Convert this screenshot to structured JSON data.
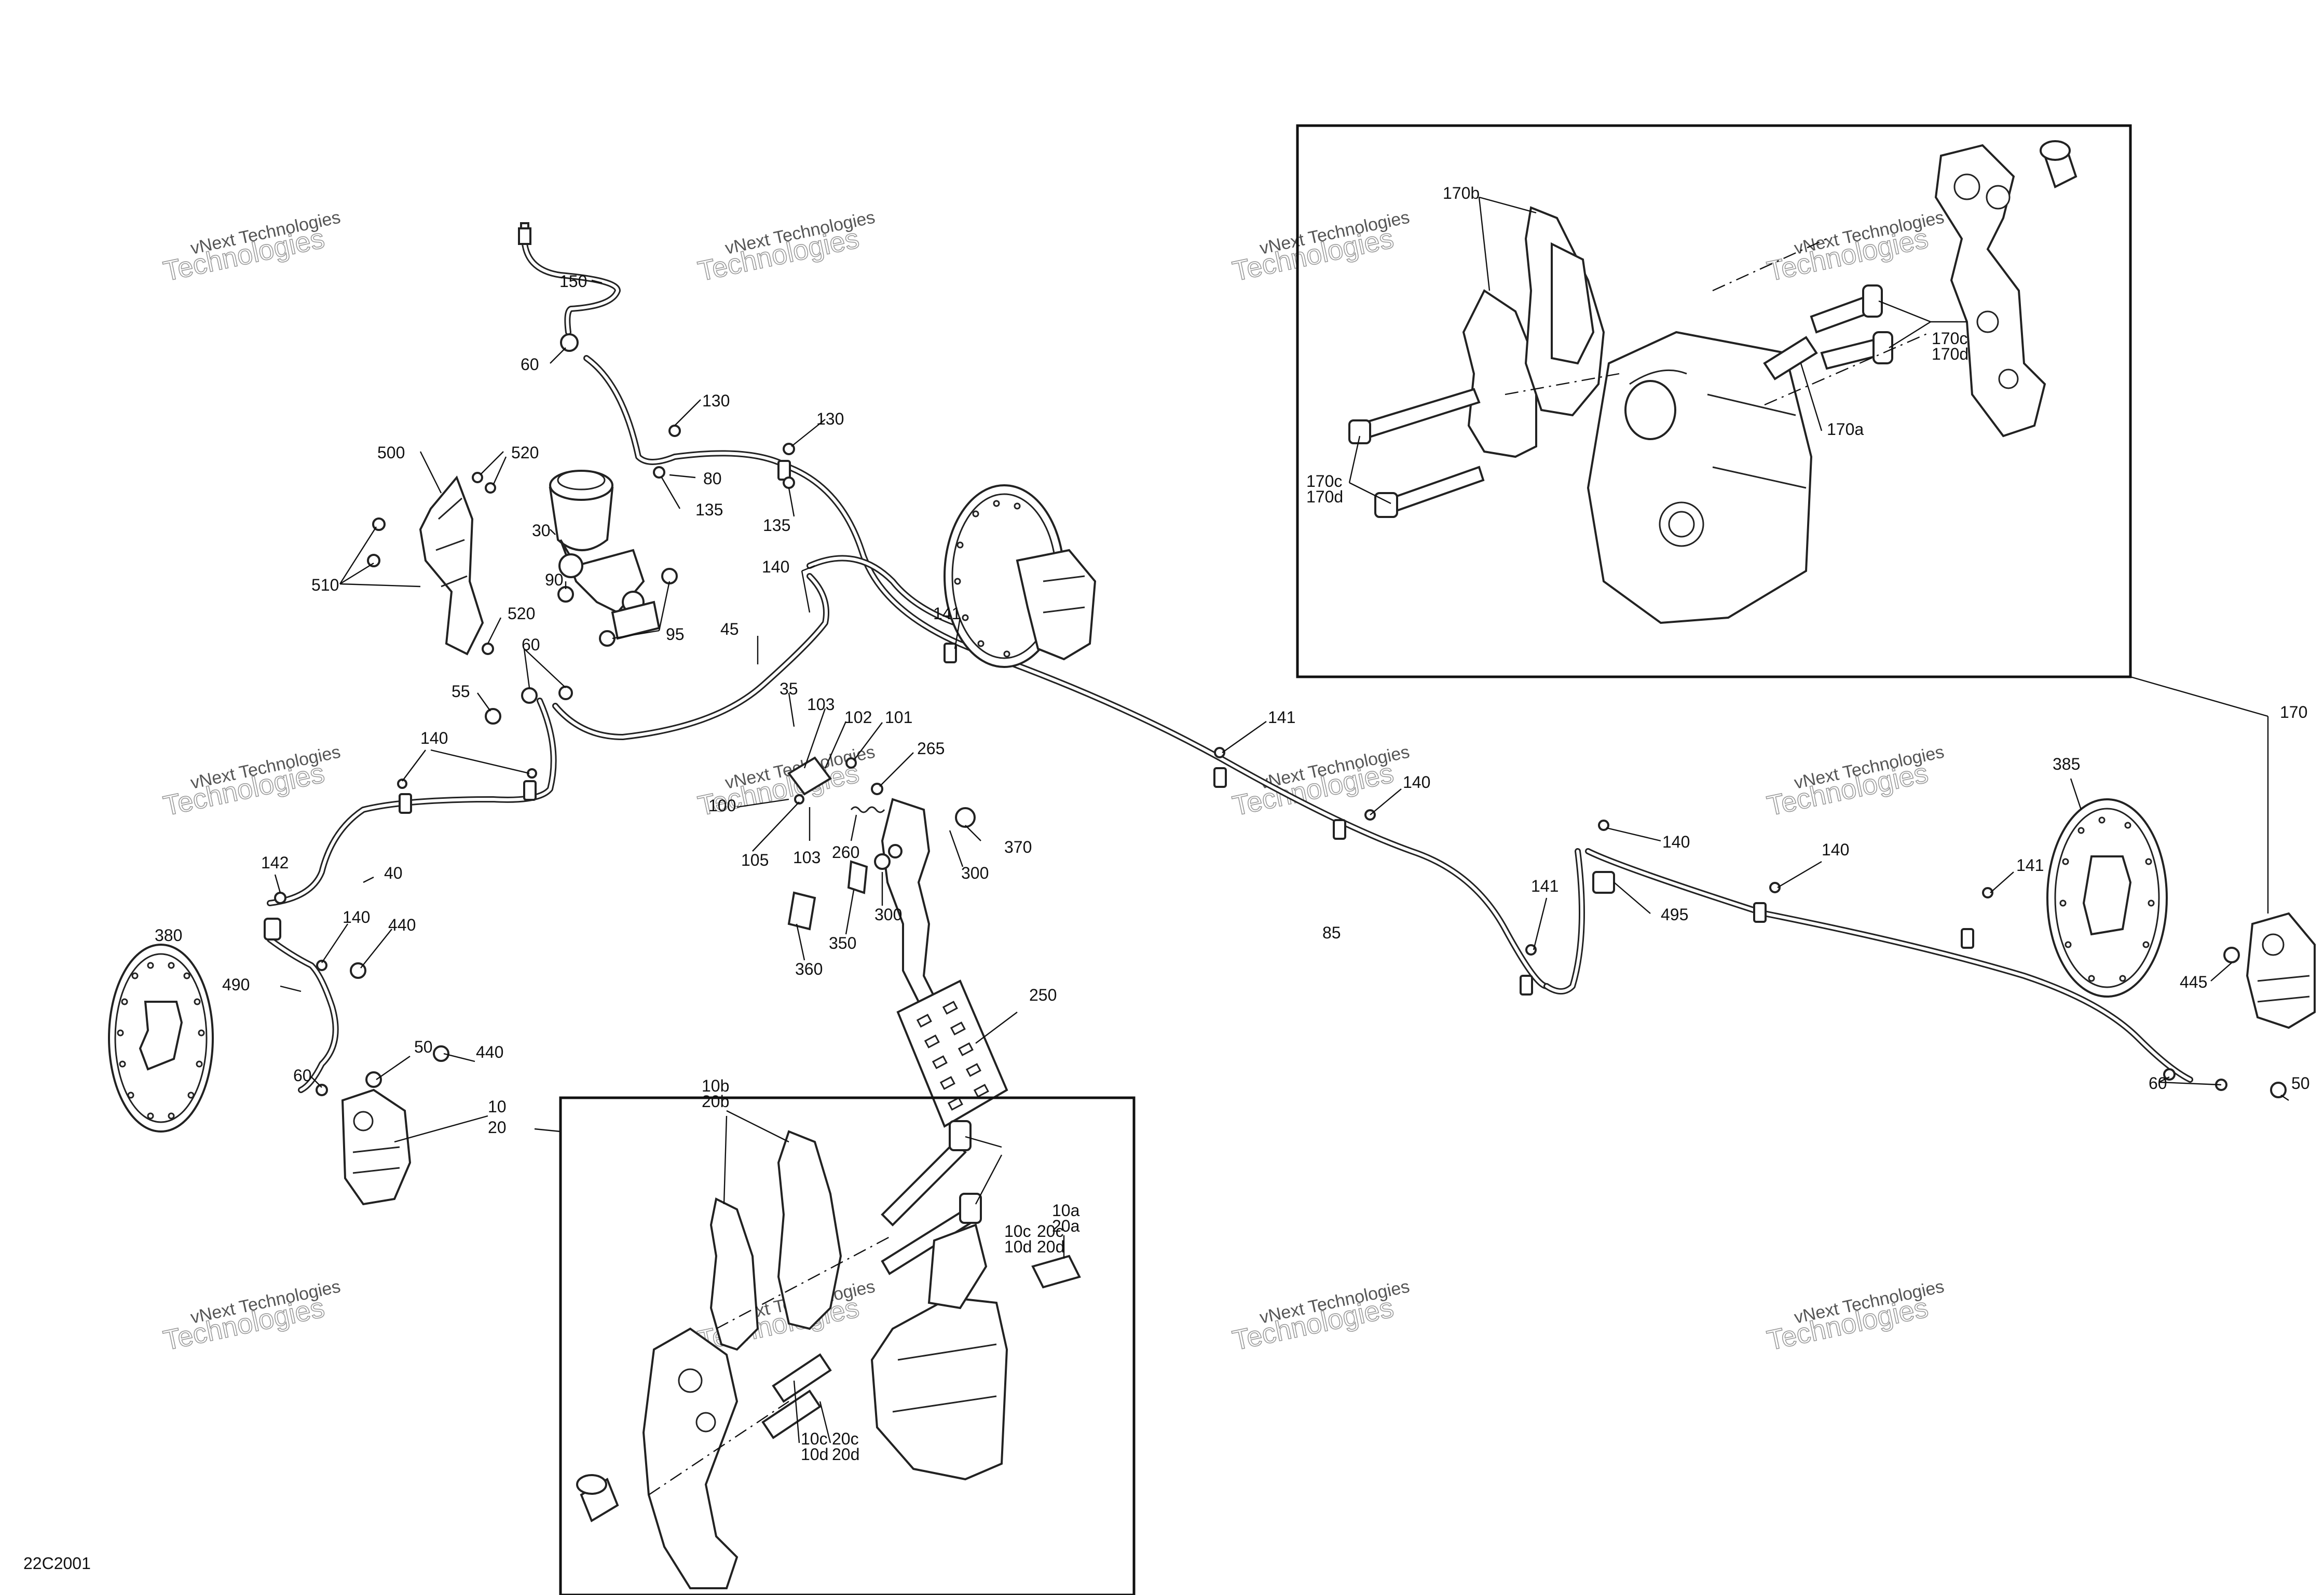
{
  "drawing_code": "22C2001",
  "watermark": {
    "line1": "vNext Technologies",
    "line2": "Technologies"
  },
  "callouts": {
    "c150": "150",
    "c60a": "60",
    "c130a": "130",
    "c130b": "130",
    "c80": "80",
    "c135a": "135",
    "c135b": "135",
    "c500": "500",
    "c520a": "520",
    "c520b": "520",
    "c30": "30",
    "c90": "90",
    "c95": "95",
    "c510": "510",
    "c140a": "140",
    "c141a": "141",
    "c45": "45",
    "c60b": "60",
    "c55": "55",
    "c35": "35",
    "c103a": "103",
    "c102": "102",
    "c101": "101",
    "c265": "265",
    "c100": "100",
    "c105": "105",
    "c103b": "103",
    "c260": "260",
    "c370": "370",
    "c300a": "300",
    "c300b": "300",
    "c360": "360",
    "c350": "350",
    "c250": "250",
    "c140b": "140",
    "c142": "142",
    "c40": "40",
    "c140c": "140",
    "c440a": "440",
    "c380": "380",
    "c490": "490",
    "c60c": "60",
    "c50a": "50",
    "c440b": "440",
    "c10": "10",
    "c20": "20",
    "c141b": "141",
    "c140d": "140",
    "c85": "85",
    "c141c": "141",
    "c140e": "140",
    "c495": "495",
    "c140f": "140",
    "c141d": "141",
    "c385": "385",
    "c170": "170",
    "c445": "445",
    "c60d": "60",
    "c50b": "50",
    "d170b": "170b",
    "d170c_a": "170c",
    "d170d_a": "170d",
    "d170c_b": "170c",
    "d170d_b": "170d",
    "d170a": "170a",
    "d10b": "10b",
    "d20b": "20b",
    "d10c_a": "10c",
    "d20c_a": "20c",
    "d10d_a": "10d",
    "d20d_a": "20d",
    "d10a": "10a",
    "d20a": "20a",
    "d10c_b": "10c",
    "d20c_b": "20c",
    "d10d_b": "10d",
    "d20d_b": "20d"
  }
}
